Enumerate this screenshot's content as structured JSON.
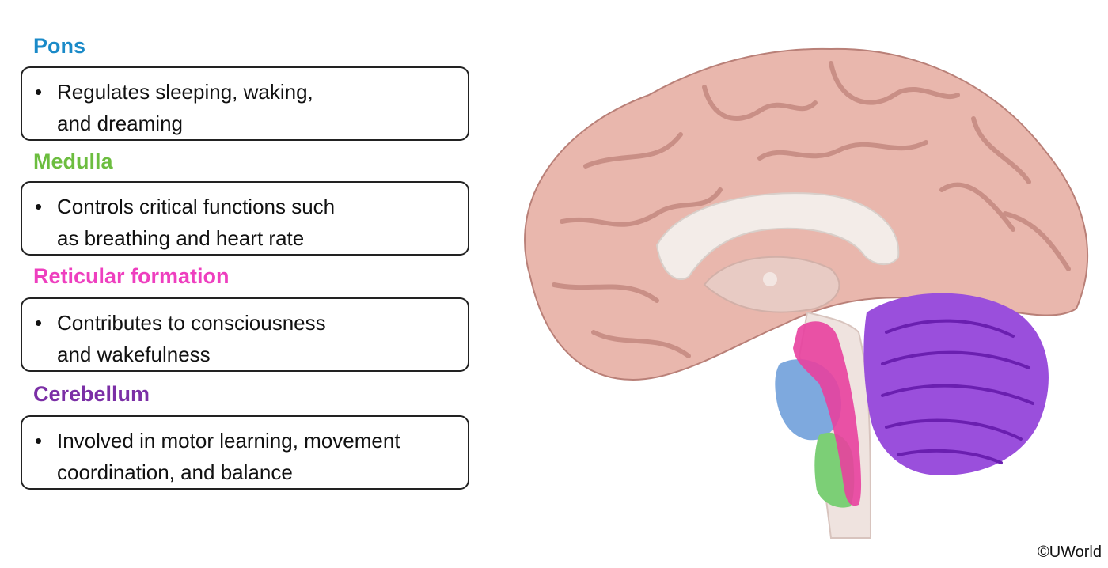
{
  "sections": [
    {
      "heading": "Pons",
      "color": "#1a8ac8",
      "bullet": "•",
      "text": "Regulates sleeping, waking,\nand dreaming"
    },
    {
      "heading": "Medulla",
      "color": "#6cbd3f",
      "bullet": "•",
      "text": "Controls critical functions such\nas breathing and heart rate"
    },
    {
      "heading": "Reticular formation",
      "color": "#ee3fbf",
      "bullet": "•",
      "text": "Contributes to consciousness\nand wakefulness"
    },
    {
      "heading": "Cerebellum",
      "color": "#7b2fa6",
      "bullet": "•",
      "text": "Involved in motor learning, movement\ncoordination, and balance"
    }
  ],
  "colors": {
    "cortex": "#e9b7ad",
    "cortex_shadow": "#c98f86",
    "white_matter": "#f3ece8",
    "pons": "#7ea9de",
    "medulla": "#7ccf76",
    "reticular": "#e8409f",
    "cerebellum": "#9a4fdc",
    "cerebellum_dark": "#6a1fb0"
  },
  "copyright": "©UWorld"
}
